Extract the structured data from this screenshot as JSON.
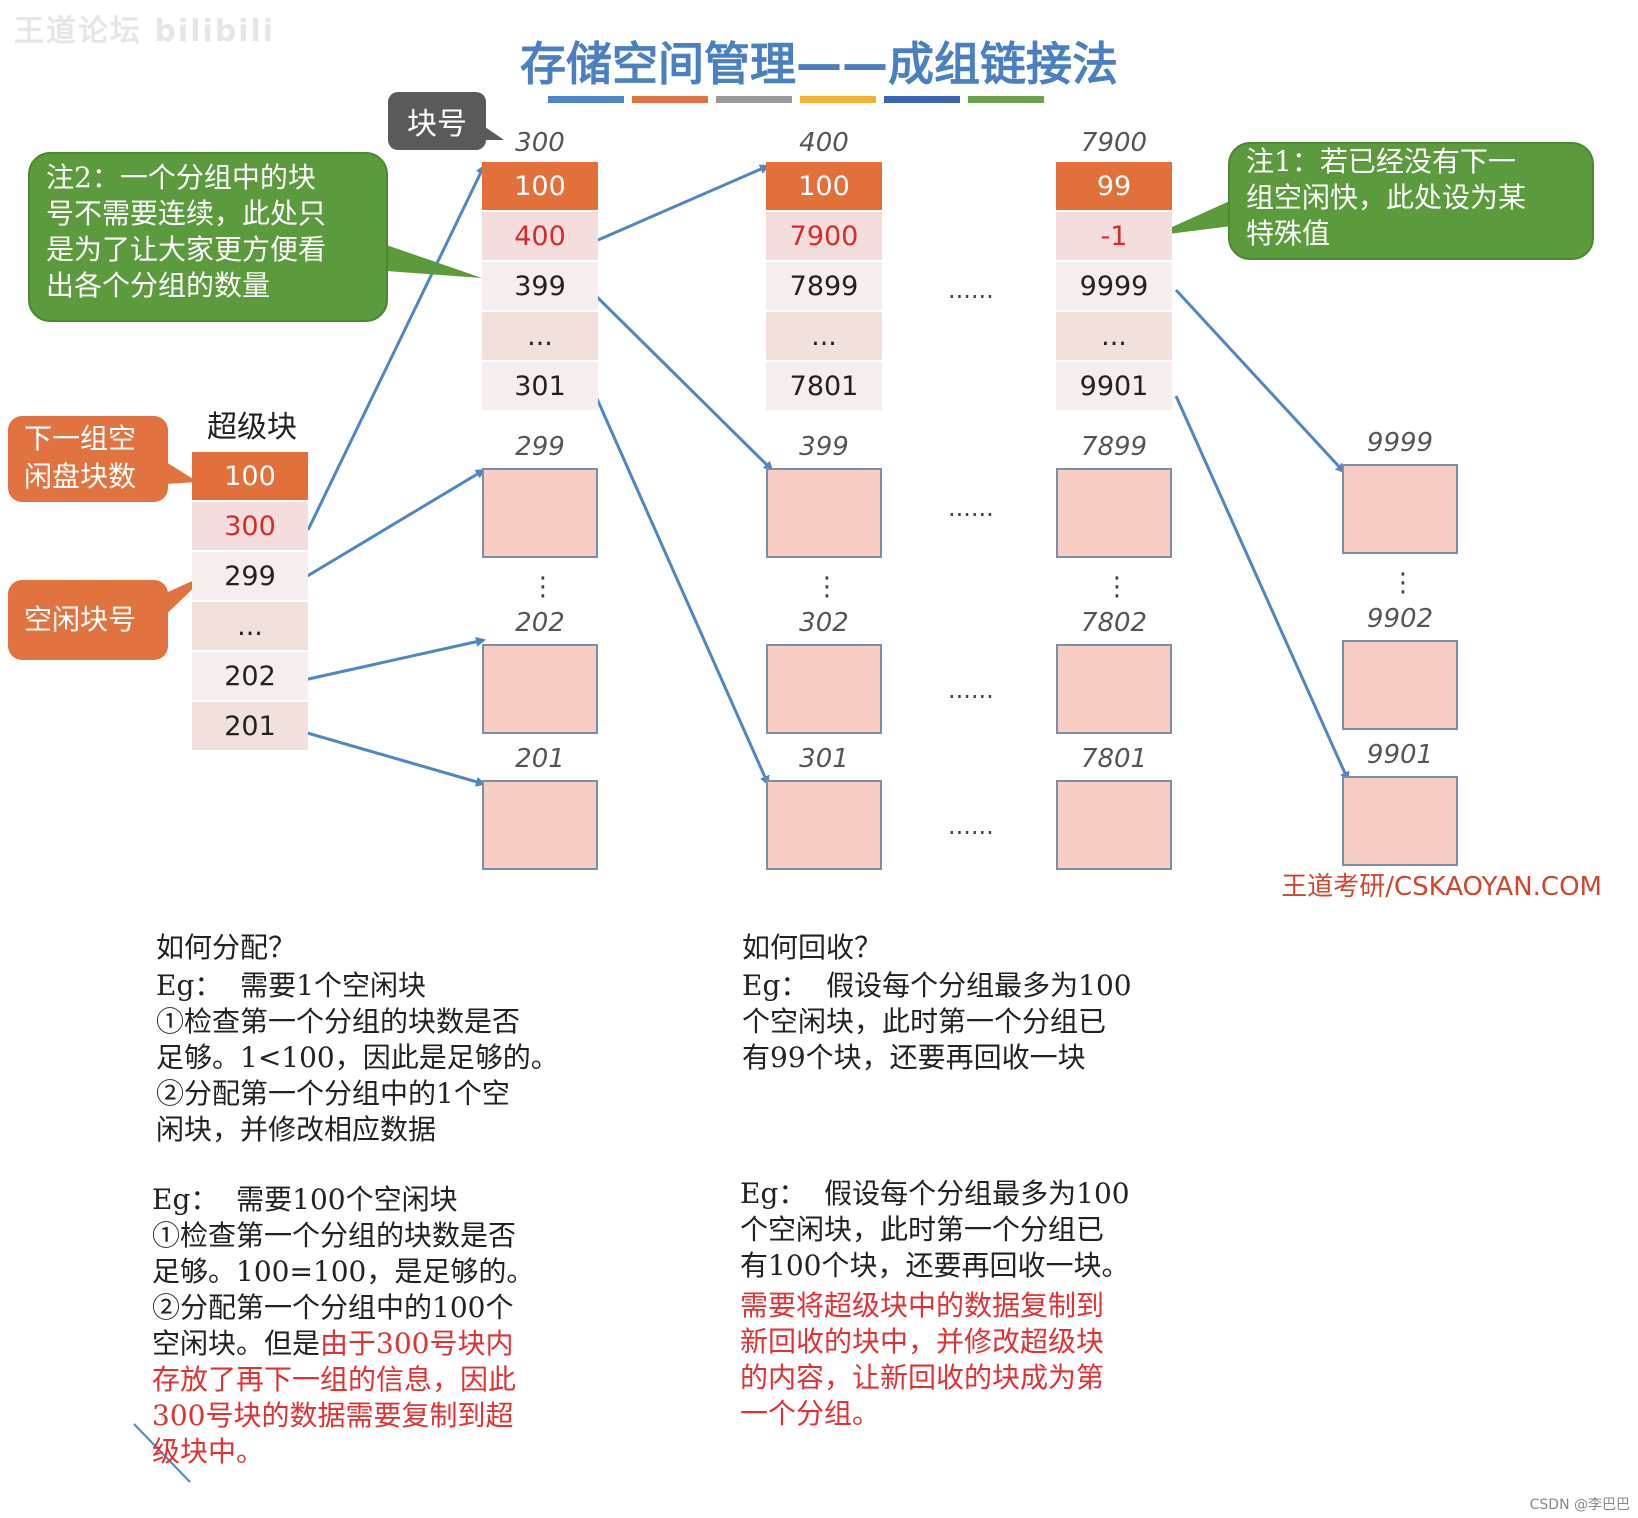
{
  "watermark": "王道论坛 bilibili",
  "title": "存储空间管理——成组链接法",
  "title_bar_colors": [
    "#4a86c8",
    "#e07340",
    "#9a9a9a",
    "#f2b233",
    "#3c62b3",
    "#6aa14a"
  ],
  "tag_block_no": "块号",
  "note2": "注2：一个分组中的块号不需要连续，此处只是为了让大家更方便看出各个分组的数量",
  "note2_lines": [
    "注2：一个分组中的块",
    "号不需要连续，此处只",
    "是为了让大家更方便看",
    "出各个分组的数量"
  ],
  "note1_lines": [
    "注1：若已经没有下一",
    "组空闲快，此处设为某",
    "特殊值"
  ],
  "label_next_count_lines": [
    "下一组空",
    "闲盘块数"
  ],
  "label_free_no": "空闲块号",
  "superblock": {
    "title": "超级块",
    "cells": [
      "100",
      "300",
      "299",
      "...",
      "202",
      "201"
    ]
  },
  "groups": [
    {
      "label": "300",
      "cells": [
        "100",
        "400",
        "399",
        "...",
        "301"
      ]
    },
    {
      "label": "400",
      "cells": [
        "100",
        "7900",
        "7899",
        "...",
        "7801"
      ]
    },
    {
      "label": "7900",
      "cells": [
        "99",
        "-1",
        "9999",
        "...",
        "9901"
      ]
    }
  ],
  "free_block_labels": {
    "col1": [
      "299",
      "202",
      "201"
    ],
    "col2": [
      "399",
      "302",
      "301"
    ],
    "col3": [
      "7899",
      "7802",
      "7801"
    ],
    "col4": [
      "9999",
      "9902",
      "9901"
    ]
  },
  "dots_h": "......",
  "dots_v": "⋮",
  "credit": "王道考研/CSKAOYAN.COM",
  "alloc": {
    "heading": "如何分配？",
    "eg1": [
      "Eg：  需要1个空闲块",
      "①检查第一个分组的块数是否",
      "足够。1<100，因此是足够的。",
      "②分配第一个分组中的1个空",
      "闲块，并修改相应数据"
    ],
    "eg2_normal": [
      "Eg：  需要100个空闲块",
      "①检查第一个分组的块数是否",
      "足够。100=100，是足够的。",
      "②分配第一个分组中的100个"
    ],
    "eg2_mixed_prefix": "空闲块。但是",
    "eg2_mixed_red": "由于300号块内",
    "eg2_red": [
      "存放了再下一组的信息，因此",
      "300号块的数据需要复制到超",
      "级块中。"
    ]
  },
  "recycle": {
    "heading": "如何回收？",
    "eg1": [
      "Eg：  假设每个分组最多为100",
      "个空闲块，此时第一个分组已",
      "有99个块，还要再回收一块"
    ],
    "eg2": [
      "Eg：  假设每个分组最多为100",
      "个空闲块，此时第一个分组已",
      "有100个块，还要再回收一块。"
    ],
    "eg2_red": [
      "需要将超级块中的数据复制到",
      "新回收的块中，并修改超级块",
      "的内容，让新回收的块成为第",
      "一个分组。"
    ]
  },
  "csdn": "CSDN @李巴巴"
}
